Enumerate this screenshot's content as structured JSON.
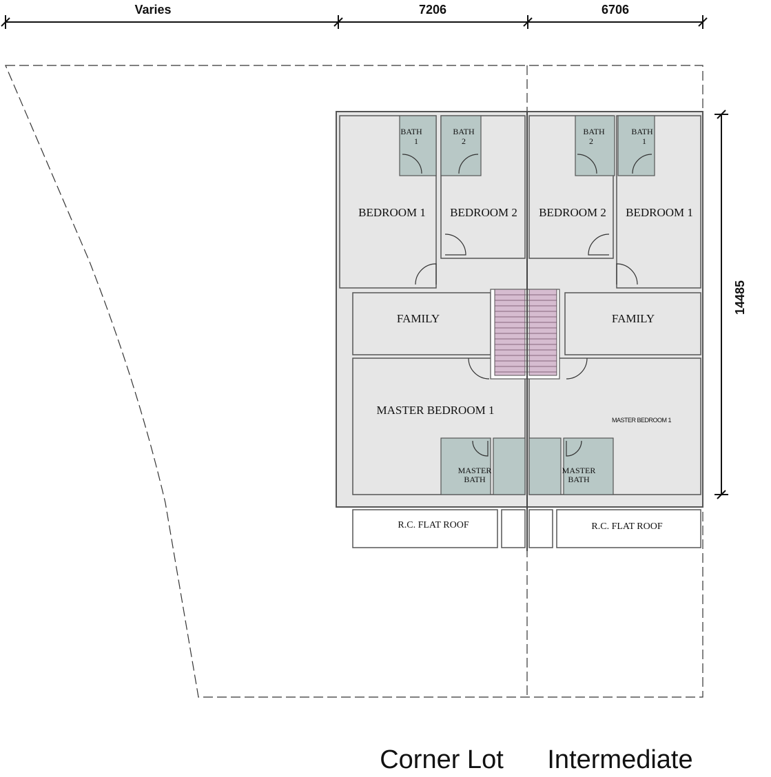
{
  "dimensions": {
    "top": [
      "Varies",
      "7206",
      "6706"
    ],
    "side": "14485"
  },
  "units": {
    "corner": {
      "bedroom1": "BEDROOM 1",
      "bedroom2": "BEDROOM 2",
      "bath1": [
        "BATH",
        "1"
      ],
      "bath2": [
        "BATH",
        "2"
      ],
      "family": "FAMILY",
      "master_bedroom": "MASTER BEDROOM 1",
      "master_bath": [
        "MASTER",
        "BATH"
      ],
      "roof": "R.C. FLAT ROOF"
    },
    "intermediate": {
      "bedroom1": "BEDROOM 1",
      "bedroom2": "BEDROOM 2",
      "bath1": [
        "BATH",
        "1"
      ],
      "bath2": [
        "BATH",
        "2"
      ],
      "family": "FAMILY",
      "master_bedroom": "MASTER BEDROOM 1",
      "master_bath": [
        "MASTER",
        "BATH"
      ],
      "roof": "R.C. FLAT ROOF"
    }
  },
  "captions": {
    "corner": "Corner Lot",
    "intermediate": "Intermediate"
  },
  "colors": {
    "wet_area": "#b8c8c6",
    "staircase": "#d6bcd0",
    "floor": "#e6e6e6"
  }
}
